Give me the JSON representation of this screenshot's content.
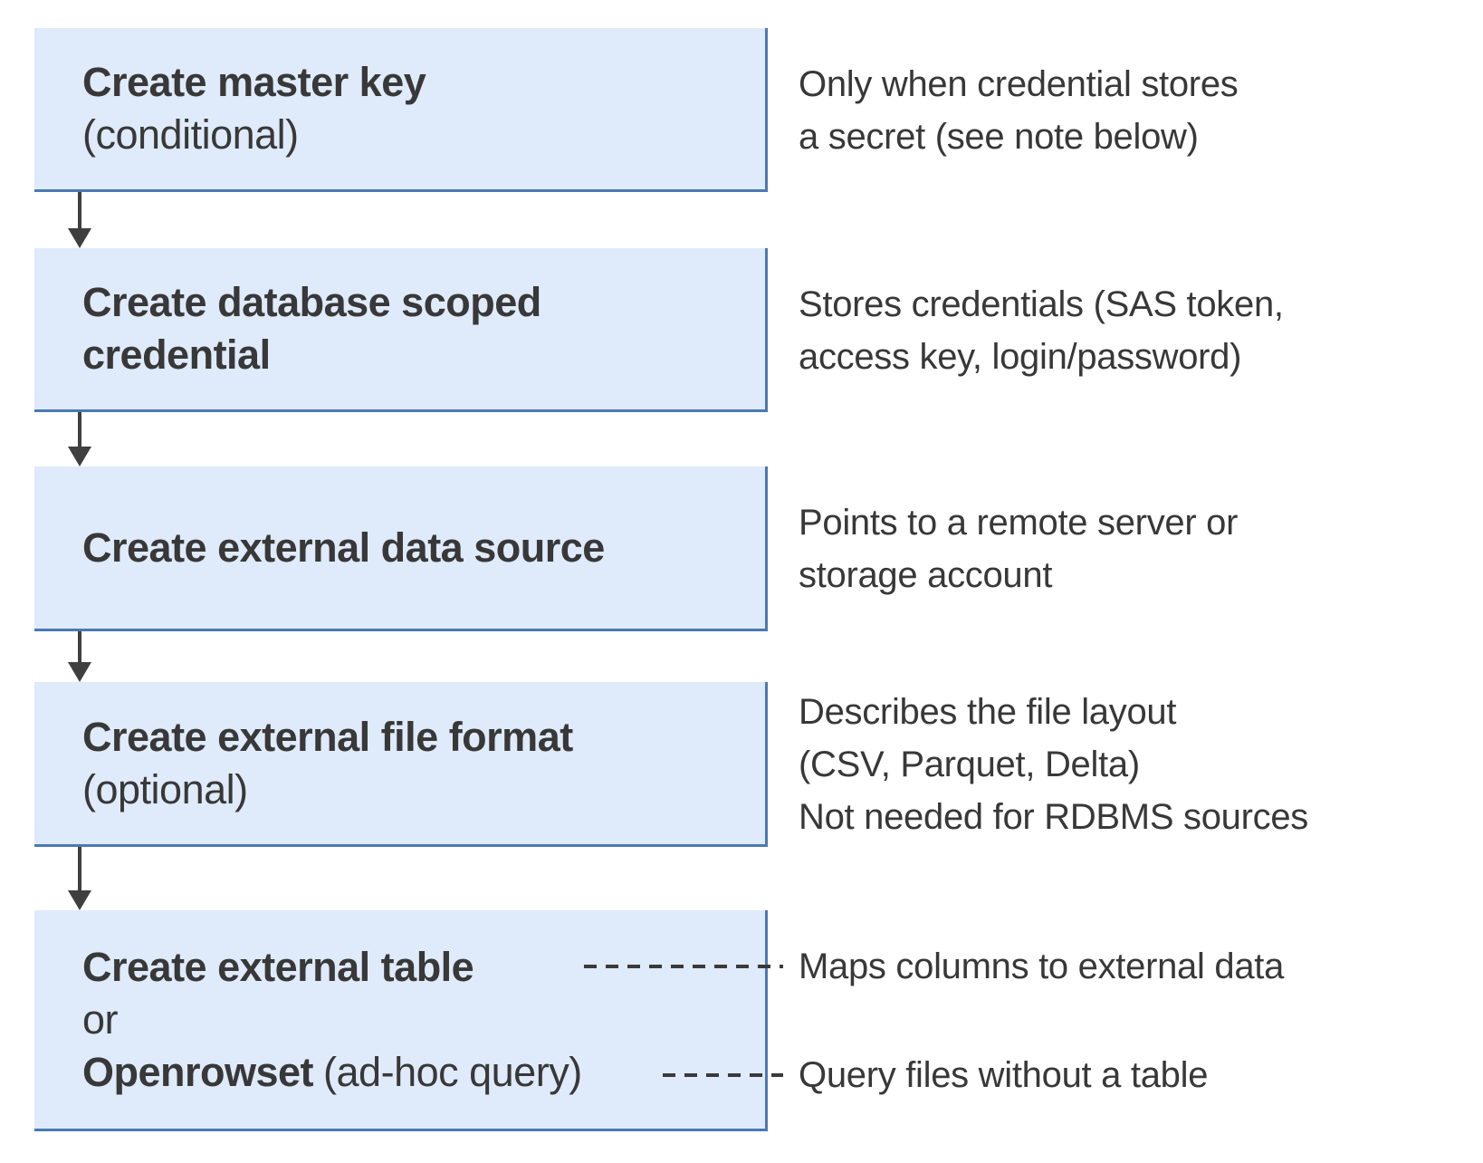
{
  "colors": {
    "box_fill": "#dfeafa",
    "box_border": "#4a7ab1",
    "text": "#383838",
    "arrow": "#3f3f3f",
    "dash": "#3a3a3a",
    "background": "#ffffff"
  },
  "steps": [
    {
      "lines": [
        "Create master key",
        "(conditional)"
      ],
      "desc": [
        "Only when credential stores",
        "a secret (see note below)"
      ]
    },
    {
      "lines": [
        "Create database scoped",
        "credential"
      ],
      "desc": [
        "Stores credentials (SAS token,",
        "access key, login/password)"
      ]
    },
    {
      "lines": [
        "Create external data source"
      ],
      "desc": [
        "Points to a remote server or",
        "storage account"
      ]
    },
    {
      "lines": [
        "Create external file format",
        "(optional)"
      ],
      "desc": [
        "Describes the file layout",
        "(CSV, Parquet, Delta)",
        "Not needed for RDBMS sources"
      ]
    },
    {
      "line1_bold": "Create external table",
      "line2": "or",
      "line3_bold": "Openrowset",
      "line3_rest": "(ad-hoc query)",
      "desc": [
        "Maps columns to external data",
        "Query files without a table"
      ]
    }
  ]
}
